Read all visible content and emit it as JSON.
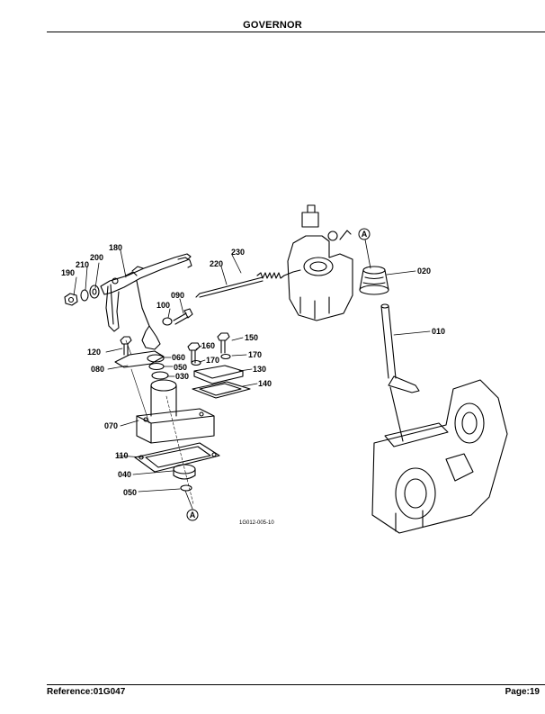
{
  "header": {
    "title": "GOVERNOR"
  },
  "footer": {
    "reference": "Reference:01G047",
    "page": "Page:19"
  },
  "diagram": {
    "drawing_code": "1G012-005-10",
    "callout_marker": "A",
    "part_labels": [
      "180",
      "190",
      "210",
      "200",
      "230",
      "220",
      "090",
      "100",
      "120",
      "080",
      "060",
      "050",
      "030",
      "160",
      "170",
      "150",
      "130",
      "140",
      "070",
      "110",
      "040",
      "020",
      "010"
    ]
  }
}
